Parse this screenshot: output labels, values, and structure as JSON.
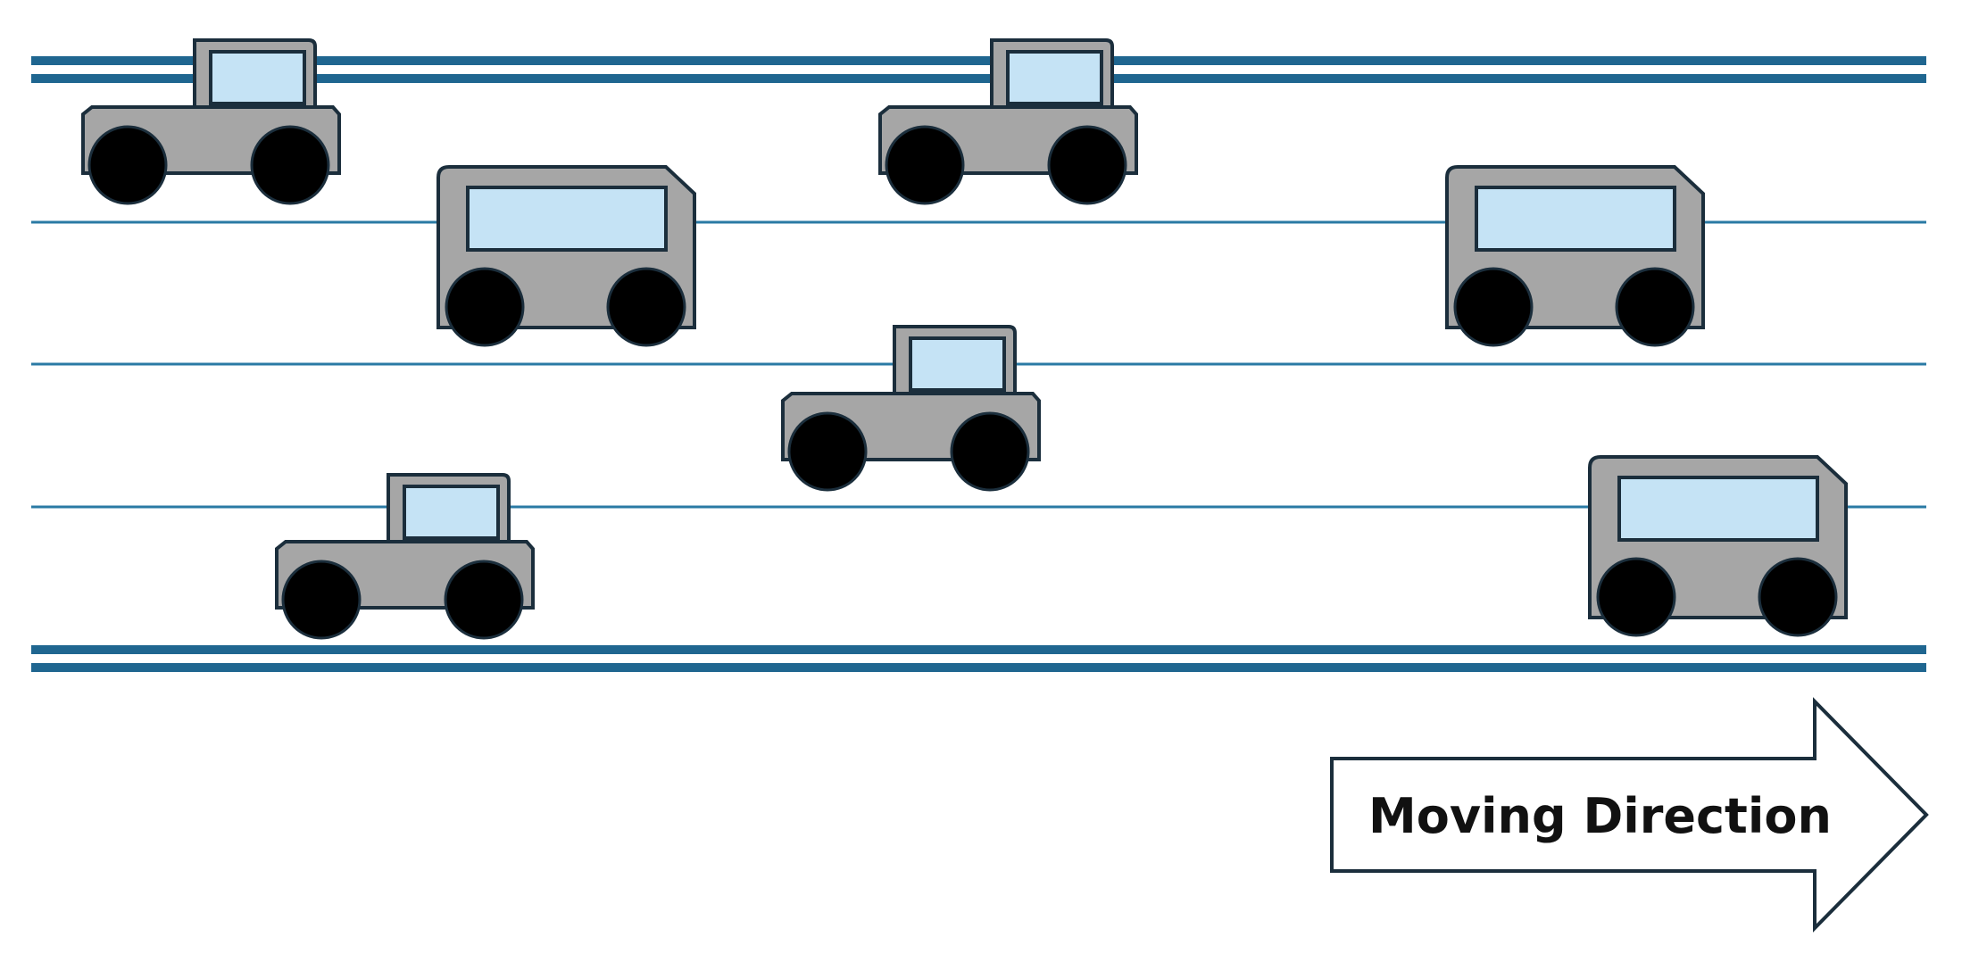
{
  "diagram": {
    "direction_label": "Moving Direction"
  },
  "colors": {
    "road_border": "#1f6690",
    "lane_line": "#2a7aa4",
    "vehicle_body": "#a6a6a6",
    "vehicle_window": "#c5e3f5",
    "vehicle_outline": "#1b2e3c",
    "wheel": "#000000",
    "arrow_outline": "#1b2e3c",
    "arrow_fill": "#ffffff"
  },
  "road": {
    "lanes": 4,
    "lane_lines": 3
  },
  "vehicles": [
    {
      "type": "car",
      "lane": 1
    },
    {
      "type": "car",
      "lane": 1
    },
    {
      "type": "bus",
      "lane": 2
    },
    {
      "type": "bus",
      "lane": 2
    },
    {
      "type": "car",
      "lane": 3
    },
    {
      "type": "car",
      "lane": 4
    },
    {
      "type": "bus",
      "lane": 4
    }
  ]
}
